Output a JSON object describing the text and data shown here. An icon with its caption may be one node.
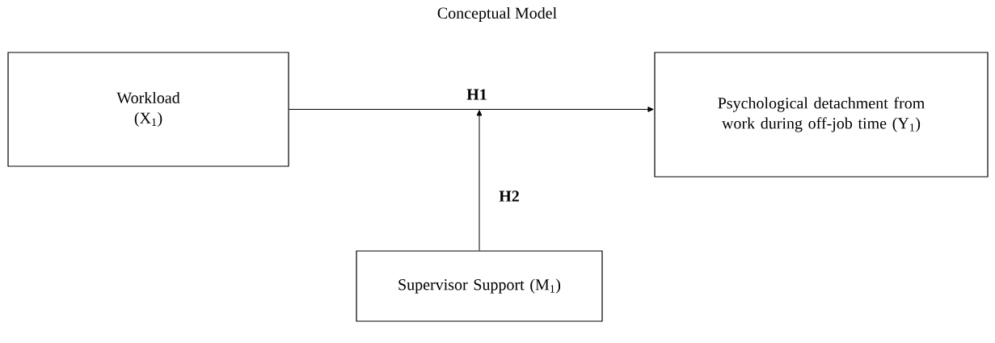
{
  "diagram": {
    "title": "Conceptual Model",
    "nodes": [
      {
        "text": [
          "Workload (X$_{1}$)"
        ]
      },
      {
        "text": [
          "Psychological detachment from work during off-job time (Y$_{1}$)"
        ]
      },
      {
        "text": [
          "Supervisor Support (M$_{1}$)"
        ]
      }
    ],
    "edges": [
      {
        "from": 0,
        "to": 1,
        "arrow": "to",
        "label": "H1"
      },
      {
        "from": 2,
        "to": null,
        "arrow": "to",
        "label": "H2"
      }
    ]
  }
}
